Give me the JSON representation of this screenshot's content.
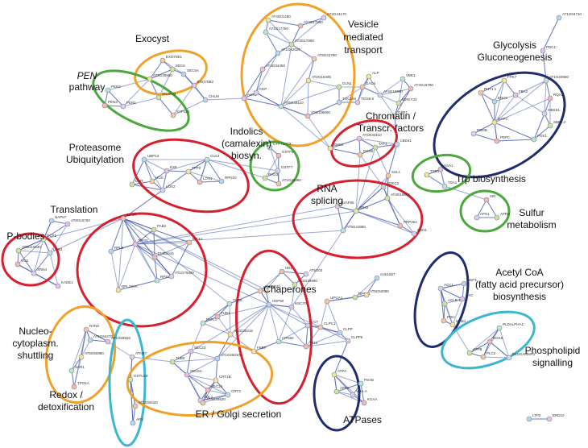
{
  "colors": {
    "red": "#d6202f",
    "orange": "#f0a12a",
    "green": "#4aa83c",
    "navy": "#1f2d6e",
    "cyan": "#3bb7cf",
    "edge": "#4a5fb0"
  },
  "clusters": [
    {
      "id": "exocyst",
      "color": "orange",
      "lines": [
        "Exocyst"
      ]
    },
    {
      "id": "pen",
      "color": "green",
      "lines": [
        "PEN",
        "pathway"
      ]
    },
    {
      "id": "vesicle",
      "color": "orange",
      "lines": [
        "Vesicle",
        "mediated",
        "transport"
      ]
    },
    {
      "id": "glycolysis",
      "color": "navy",
      "lines": [
        "Glycolysis",
        "Gluconeogenesis"
      ]
    },
    {
      "id": "chromatin",
      "color": "red",
      "lines": [
        "Chromatin /",
        "Transcr. factors"
      ]
    },
    {
      "id": "indolics",
      "color": "green",
      "lines": [
        "Indolics",
        "(camalexin)",
        "biosyn."
      ]
    },
    {
      "id": "proteasome",
      "color": "red",
      "lines": [
        "Proteasome",
        "Ubiquitylation"
      ]
    },
    {
      "id": "rna",
      "color": "red",
      "lines": [
        "RNA",
        "splicing"
      ]
    },
    {
      "id": "trp",
      "color": "green",
      "lines": [
        "Trp biosynthesis"
      ]
    },
    {
      "id": "sulfur",
      "color": "green",
      "lines": [
        "Sulfur",
        "metabolism"
      ]
    },
    {
      "id": "translation",
      "color": "red",
      "lines": [
        "Translation"
      ]
    },
    {
      "id": "pbodies",
      "color": "red",
      "lines": [
        "P-bodies"
      ]
    },
    {
      "id": "chaperones",
      "color": "red",
      "lines": [
        "Chaperones"
      ]
    },
    {
      "id": "acetyl",
      "color": "navy",
      "lines": [
        "Acetyl CoA",
        "(fatty acid precursor)",
        "biosynthesis"
      ]
    },
    {
      "id": "nucleo",
      "color": "orange",
      "lines": [
        "Nucleo-",
        "cytoplasm.",
        "shuttling"
      ]
    },
    {
      "id": "phospho",
      "color": "cyan",
      "lines": [
        "Phospholipid",
        "signalling"
      ]
    },
    {
      "id": "redox",
      "color": "cyan",
      "lines": [
        "Redox /",
        "detoxification"
      ]
    },
    {
      "id": "atpases",
      "color": "navy",
      "lines": [
        "ATPases"
      ]
    },
    {
      "id": "er",
      "color": "orange",
      "lines": [
        "ER / Golgi secretion"
      ]
    }
  ],
  "nodes": [
    {
      "id": "SEC6",
      "label": "SEC6"
    },
    {
      "id": "EXO70E1",
      "label": "EXO70E1"
    },
    {
      "id": "SEC5A",
      "label": "SEC5A"
    },
    {
      "id": "EXO70B2",
      "label": "EXO70B2"
    },
    {
      "id": "AT2G38550",
      "label": "AT2G38550"
    },
    {
      "id": "PEN2",
      "label": "PEN2"
    },
    {
      "id": "PEN3",
      "label": "PEN3"
    },
    {
      "id": "PEN1",
      "label": "PEN1"
    },
    {
      "id": "SNAP33",
      "label": "SNAP33"
    },
    {
      "id": "SYP121",
      "label": "SYP121"
    },
    {
      "id": "CHLM",
      "label": "CHLM"
    },
    {
      "id": "AUX1",
      "label": "AUX1"
    },
    {
      "id": "AT4G01290",
      "label": "AT4G01290"
    },
    {
      "id": "AT1G17750",
      "label": "AT1G17750"
    },
    {
      "id": "AT4G17390",
      "label": "AT4G17390"
    },
    {
      "id": "AT2G44170",
      "label": "AT2G44170"
    },
    {
      "id": "AT3G17850",
      "label": "AT3G17850"
    },
    {
      "id": "AT5G22780",
      "label": "AT5G22780"
    },
    {
      "id": "AT1G62020",
      "label": "AT1G62020"
    },
    {
      "id": "AT4G34450",
      "label": "AT4G34450"
    },
    {
      "id": "AT2G16405",
      "label": "AT2G16405"
    },
    {
      "id": "AT5G48110",
      "label": "AT5G48110"
    },
    {
      "id": "AT1G08600",
      "label": "AT1G08600"
    },
    {
      "id": "CEP",
      "label": "CEP"
    },
    {
      "id": "GLN1",
      "label": "GLN1"
    },
    {
      "id": "GAD4",
      "label": "GAD4"
    },
    {
      "id": "TOC159",
      "label": "TOC159"
    },
    {
      "id": "TIC55",
      "label": "TIC55-II"
    },
    {
      "id": "ALP",
      "label": "ALP"
    },
    {
      "id": "VBE1",
      "label": "VBE1"
    },
    {
      "id": "AT4G15790",
      "label": "AT4G15790"
    },
    {
      "id": "AT4G16980",
      "label": "AT4G16980"
    },
    {
      "id": "WRKY33",
      "label": "WRKY33"
    },
    {
      "id": "GRF1",
      "label": "GRF1"
    },
    {
      "id": "AT1G04710",
      "label": "AT1G04710"
    },
    {
      "id": "PDC1",
      "label": "PDC1"
    },
    {
      "id": "FPK7",
      "label": "FPK7"
    },
    {
      "id": "AT1G20950",
      "label": "AT1G20950"
    },
    {
      "id": "RQA1",
      "label": "RQA1"
    },
    {
      "id": "GBSS1",
      "label": "GBSS1"
    },
    {
      "id": "SBE2",
      "label": "SBE2.2"
    },
    {
      "id": "PHT1",
      "label": "PHT1;1"
    },
    {
      "id": "ENO1",
      "label": "ENO1"
    },
    {
      "id": "FBA2",
      "label": "FBA2"
    },
    {
      "id": "GAPC",
      "label": "GAPC"
    },
    {
      "id": "PGK1",
      "label": "PGK1"
    },
    {
      "id": "PEPC",
      "label": "PEPC"
    },
    {
      "id": "PGDB",
      "label": "PGDB"
    },
    {
      "id": "TAF4",
      "label": "TAF4"
    },
    {
      "id": "GCN5",
      "label": "GCN5"
    },
    {
      "id": "LBD41",
      "label": "LBD41"
    },
    {
      "id": "AT2G33110",
      "label": "AT2G33110"
    },
    {
      "id": "SMC6",
      "label": "SMC6"
    },
    {
      "id": "CYP71A13",
      "label": "CYP71A13"
    },
    {
      "id": "GSTF6",
      "label": "GSTF6"
    },
    {
      "id": "GSTF7",
      "label": "GSTF7"
    },
    {
      "id": "RAD3",
      "label": "RAD3"
    },
    {
      "id": "AT1G26380",
      "label": "AT1G26380"
    },
    {
      "id": "UBP12",
      "label": "UBP12"
    },
    {
      "id": "EX8",
      "label": "EX8"
    },
    {
      "id": "TPP2",
      "label": "TPP2"
    },
    {
      "id": "CUL4",
      "label": "CUL4"
    },
    {
      "id": "LOX1",
      "label": "LOX1"
    },
    {
      "id": "LOX2",
      "label": "LOX2"
    },
    {
      "id": "DXR",
      "label": "DXR"
    },
    {
      "id": "HOS",
      "label": "HOS"
    },
    {
      "id": "RPN10",
      "label": "RPN10"
    },
    {
      "id": "ASA1",
      "label": "ASA1"
    },
    {
      "id": "TSB1",
      "label": "TSB1"
    },
    {
      "id": "TSA1",
      "label": "TSA1"
    },
    {
      "id": "SIR",
      "label": "SIR"
    },
    {
      "id": "APS1",
      "label": "APS1"
    },
    {
      "id": "APR3",
      "label": "APR3"
    },
    {
      "id": "SSL1",
      "label": "SSL1"
    },
    {
      "id": "CDKC2",
      "label": "CDKC2"
    },
    {
      "id": "U2AF65",
      "label": "U2AF65"
    },
    {
      "id": "SR45",
      "label": "SR45"
    },
    {
      "id": "AT5G41880",
      "label": "AT5G41880"
    },
    {
      "id": "PRP40A",
      "label": "PRP40A"
    },
    {
      "id": "SDN1",
      "label": "SDN1"
    },
    {
      "id": "AT4G16600",
      "label": "AT4G16600"
    },
    {
      "id": "EIF3A",
      "label": "EIF3A"
    },
    {
      "id": "RPL5",
      "label": "RPL5"
    },
    {
      "id": "RPS6",
      "label": "RPS6"
    },
    {
      "id": "RPL23AA",
      "label": "RPL23AA"
    },
    {
      "id": "RPS3",
      "label": "RPS3"
    },
    {
      "id": "EMB2444",
      "label": "EMB2444"
    },
    {
      "id": "AT1G79400",
      "label": "AT1G79400"
    },
    {
      "id": "PAB2",
      "label": "PAB2"
    },
    {
      "id": "EIF4A",
      "label": "EIF4A"
    },
    {
      "id": "NAP57",
      "label": "NAP57"
    },
    {
      "id": "AT5G16760",
      "label": "AT5G16760"
    },
    {
      "id": "DCP1",
      "label": "DCP1"
    },
    {
      "id": "LSM1",
      "label": "LSM1"
    },
    {
      "id": "VCS",
      "label": "VCS"
    },
    {
      "id": "XRN4",
      "label": "XRN4"
    },
    {
      "id": "AT5G10630",
      "label": "AT5G10630"
    },
    {
      "id": "HSP70",
      "label": "HSP70"
    },
    {
      "id": "HSP90",
      "label": "HSP90"
    },
    {
      "id": "HSC70",
      "label": "HSC70"
    },
    {
      "id": "FKBP",
      "label": "FKBP"
    },
    {
      "id": "CPN60",
      "label": "CPN60"
    },
    {
      "id": "TT14",
      "label": "TT14"
    },
    {
      "id": "CCT",
      "label": "CCT"
    },
    {
      "id": "AT2G39990",
      "label": "AT2G39990"
    },
    {
      "id": "CLPC1",
      "label": "CLPC1"
    },
    {
      "id": "CLPP",
      "label": "CLPP"
    },
    {
      "id": "CLPP5",
      "label": "CLPP5"
    },
    {
      "id": "KFB20",
      "label": "KFB20"
    },
    {
      "id": "TUB8",
      "label": "TUB8"
    },
    {
      "id": "TUB1",
      "label": "TUB1"
    },
    {
      "id": "ACC1",
      "label": "ACC1"
    },
    {
      "id": "ACLB1",
      "label": "ACLB-1"
    },
    {
      "id": "PDH",
      "label": "PDH"
    },
    {
      "id": "SDP1",
      "label": "SDP1"
    },
    {
      "id": "CAC",
      "label": "CAC"
    },
    {
      "id": "MAB1",
      "label": "MAB1"
    },
    {
      "id": "PLDALPHA1",
      "label": "PLDALPHA1"
    },
    {
      "id": "DGK5",
      "label": "DGK5"
    },
    {
      "id": "PLDGAMMA1",
      "label": "PLDGAMMA1"
    },
    {
      "id": "ATPB",
      "label": "ATPB"
    },
    {
      "id": "PLC2",
      "label": "PLC2"
    },
    {
      "id": "LTP2",
      "label": "LTP2"
    },
    {
      "id": "ERD10",
      "label": "ERD10"
    },
    {
      "id": "ATPA",
      "label": "ATPA"
    },
    {
      "id": "PSAB",
      "label": "PSAB"
    },
    {
      "id": "KGAA",
      "label": "KGAA"
    },
    {
      "id": "VHAA",
      "label": "VHA-A"
    },
    {
      "id": "ATP8",
      "label": "ATP8"
    },
    {
      "id": "RAN2",
      "label": "RAN2"
    },
    {
      "id": "AT5G64270",
      "label": "AT5G64270"
    },
    {
      "id": "AT1G55928",
      "label": "AT1G55928"
    },
    {
      "id": "AT5G60980",
      "label": "AT5G60980"
    },
    {
      "id": "SAR1",
      "label": "SAR1"
    },
    {
      "id": "TPO1A",
      "label": "TPO1A"
    },
    {
      "id": "ATHB7",
      "label": "ATHB7"
    },
    {
      "id": "GSTU19",
      "label": "GSTU19"
    },
    {
      "id": "AT1G50420",
      "label": "AT1G50420"
    },
    {
      "id": "APX",
      "label": "APX"
    },
    {
      "id": "SEC61",
      "label": "SEC61"
    },
    {
      "id": "CRT1B",
      "label": "CRT1B"
    },
    {
      "id": "CRT3",
      "label": "CRT3"
    },
    {
      "id": "SEC24",
      "label": "SEC24"
    },
    {
      "id": "ADL1",
      "label": "ADL1"
    },
    {
      "id": "TUB5",
      "label": "TUB5"
    },
    {
      "id": "AT4G29520",
      "label": "AT4G29520"
    },
    {
      "id": "AT1G29310",
      "label": "AT1G29310"
    },
    {
      "id": "SEC23",
      "label": "SEC23"
    },
    {
      "id": "AT2G39215",
      "label": "AT2G39215"
    },
    {
      "id": "PATL1",
      "label": "PATL1"
    },
    {
      "id": "HD1",
      "label": "HD1"
    },
    {
      "id": "AT5G02",
      "label": "AT5G02"
    },
    {
      "id": "RPO21",
      "label": "RPO21"
    },
    {
      "id": "UPGA1",
      "label": "UPGA1"
    },
    {
      "id": "cmb1507",
      "label": "cmb1507"
    },
    {
      "id": "KADE1",
      "label": "KADE1"
    },
    {
      "id": "AT5G53080",
      "label": "AT5G53080"
    }
  ]
}
